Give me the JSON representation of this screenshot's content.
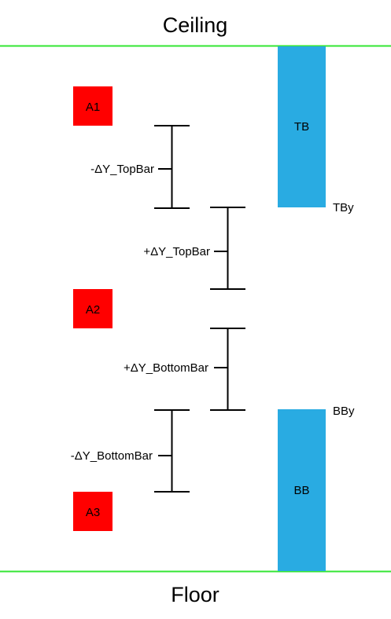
{
  "labels": {
    "ceiling": "Ceiling",
    "floor": "Floor",
    "top_bar": "TB",
    "bottom_bar": "BB",
    "top_bar_y": "TBy",
    "bottom_bar_y": "BBy",
    "area_1": "A1",
    "area_2": "A2",
    "area_3": "A3",
    "neg_dy_top_bar": "-ΔY_TopBar",
    "pos_dy_top_bar": "+ΔY_TopBar",
    "pos_dy_bottom_bar": "+ΔY_BottomBar",
    "neg_dy_bottom_bar": "-ΔY_BottomBar"
  },
  "colors": {
    "boundary_line": "#33e633",
    "bar_fill": "#29abe2",
    "area_fill": "#ff0000",
    "text": "#000000"
  }
}
